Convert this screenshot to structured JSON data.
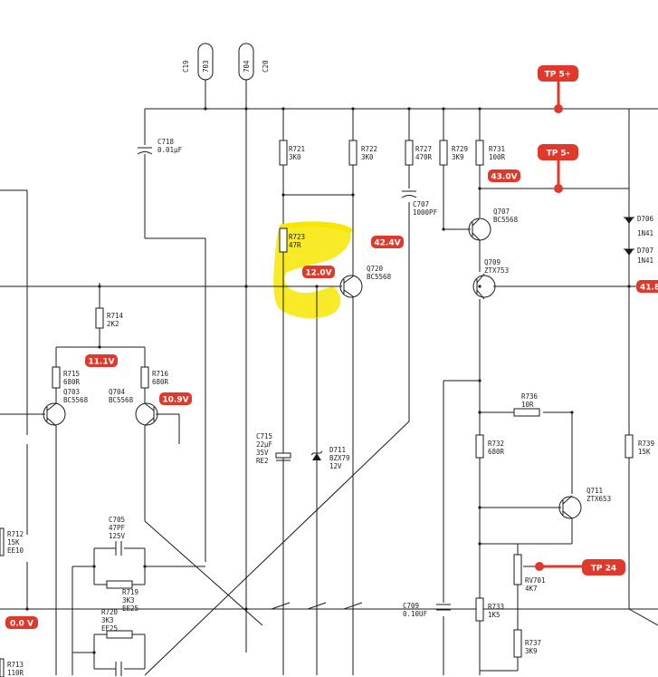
{
  "connectors": [
    {
      "ref": "C19",
      "num": "703"
    },
    {
      "ref": "C20",
      "num": "704"
    }
  ],
  "test_points": {
    "tp5plus": "TP 5+",
    "tp5minus": "TP 5-",
    "tp24": "TP 24"
  },
  "voltages": {
    "v43": "43.0V",
    "v424": "42.4V",
    "v12": "12.0V",
    "v111": "11.1V",
    "v109": "10.9V",
    "v00": "0.0 V",
    "v418": "41.8"
  },
  "components": {
    "c718": {
      "ref": "C718",
      "value": "0.01µF"
    },
    "r721": {
      "ref": "R721",
      "value": "3K0"
    },
    "r722": {
      "ref": "R722",
      "value": "3K0"
    },
    "r727": {
      "ref": "R727",
      "value": "470R"
    },
    "r729": {
      "ref": "R729",
      "value": "3K9"
    },
    "r731": {
      "ref": "R731",
      "value": "100R"
    },
    "c707": {
      "ref": "C707",
      "value": "1000PF"
    },
    "q707": {
      "ref": "Q707",
      "value": "BC5568"
    },
    "r723": {
      "ref": "R723",
      "value": "47R"
    },
    "q720": {
      "ref": "Q720",
      "value": "BC5568"
    },
    "q709": {
      "ref": "Q709",
      "value": "ZTX753"
    },
    "d706": {
      "ref": "D706",
      "value": "1N41"
    },
    "d707": {
      "ref": "D707",
      "value": "1N41"
    },
    "r714": {
      "ref": "R714",
      "value": "2K2"
    },
    "r715": {
      "ref": "R715",
      "value": "680R"
    },
    "r716": {
      "ref": "R716",
      "value": "680R"
    },
    "q703": {
      "ref": "Q703",
      "value": "BC5568"
    },
    "q704": {
      "ref": "Q704",
      "value": "BC5568"
    },
    "c715": {
      "ref": "C715",
      "value": "22µF",
      "v": "35V",
      "extra": "RE2"
    },
    "d711": {
      "ref": "D711",
      "value": "BZX79",
      "v": "12V"
    },
    "r736": {
      "ref": "R736",
      "value": "10R"
    },
    "r732": {
      "ref": "R732",
      "value": "680R"
    },
    "r739": {
      "ref": "R739",
      "value": "15K"
    },
    "q711": {
      "ref": "Q711",
      "value": "ZTX653"
    },
    "c705": {
      "ref": "C705",
      "value": "47PF",
      "v": "125V"
    },
    "r719": {
      "ref": "R719",
      "value": "3K3",
      "extra": "EE25"
    },
    "r720": {
      "ref": "R720",
      "value": "3K3",
      "extra": "EE25"
    },
    "r712": {
      "ref": "R712",
      "value": "15K",
      "extra": "EE10"
    },
    "r713": {
      "ref": "R713",
      "value": "110R"
    },
    "rv701": {
      "ref": "RV701",
      "value": "4K7"
    },
    "c709": {
      "ref": "C709",
      "value": "0.10UF"
    },
    "r733": {
      "ref": "R733",
      "value": "1K5"
    },
    "r737": {
      "ref": "R737",
      "value": "3K9"
    }
  },
  "colors": {
    "badge": "#e0382b",
    "highlight": "#f7e600",
    "wire": "#1a1a1a"
  }
}
